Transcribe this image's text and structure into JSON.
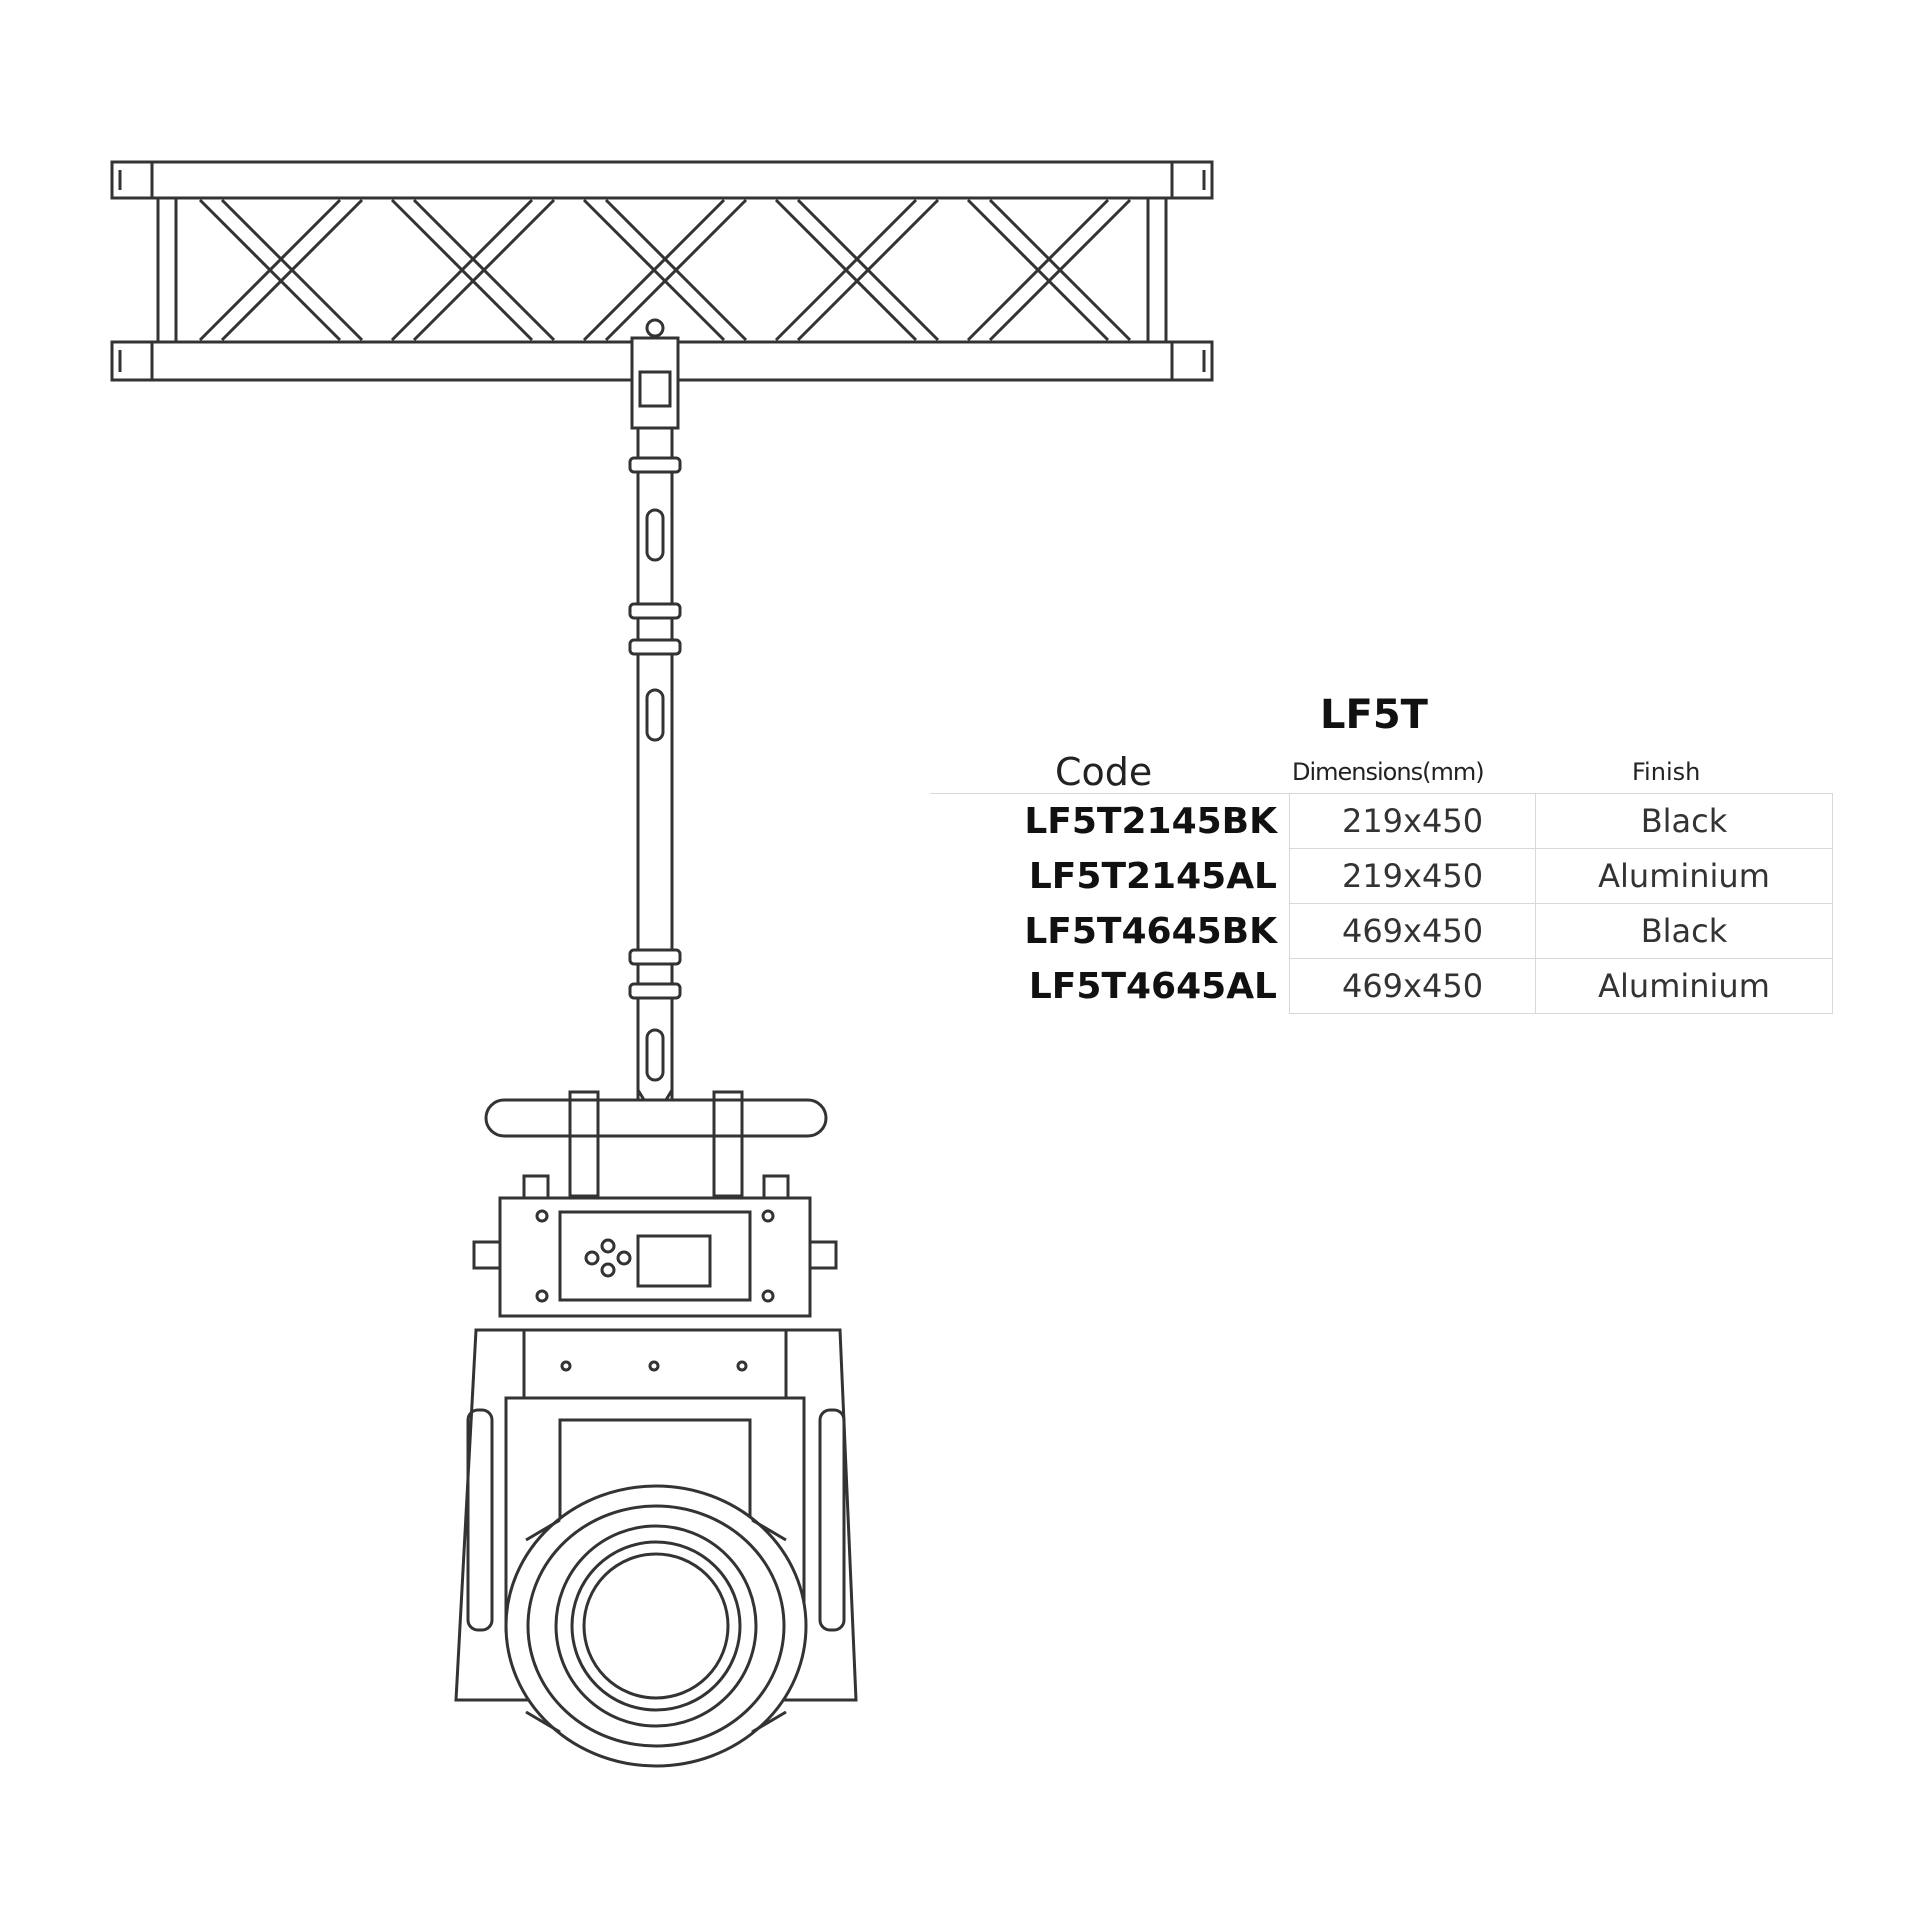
{
  "spec": {
    "title": "LF5T",
    "headers": {
      "code": "Code",
      "dimensions": "Dimensions(mm)",
      "finish": "Finish"
    },
    "rows": [
      {
        "code": "LF5T2145BK",
        "dimensions": "219x450",
        "finish": "Black"
      },
      {
        "code": "LF5T2145AL",
        "dimensions": "219x450",
        "finish": "Aluminium"
      },
      {
        "code": "LF5T4645BK",
        "dimensions": "469x450",
        "finish": "Black"
      },
      {
        "code": "LF5T4645AL",
        "dimensions": "469x450",
        "finish": "Aluminium"
      }
    ]
  },
  "colors": {
    "line": "#333333",
    "table_border": "#d8d8d8"
  }
}
